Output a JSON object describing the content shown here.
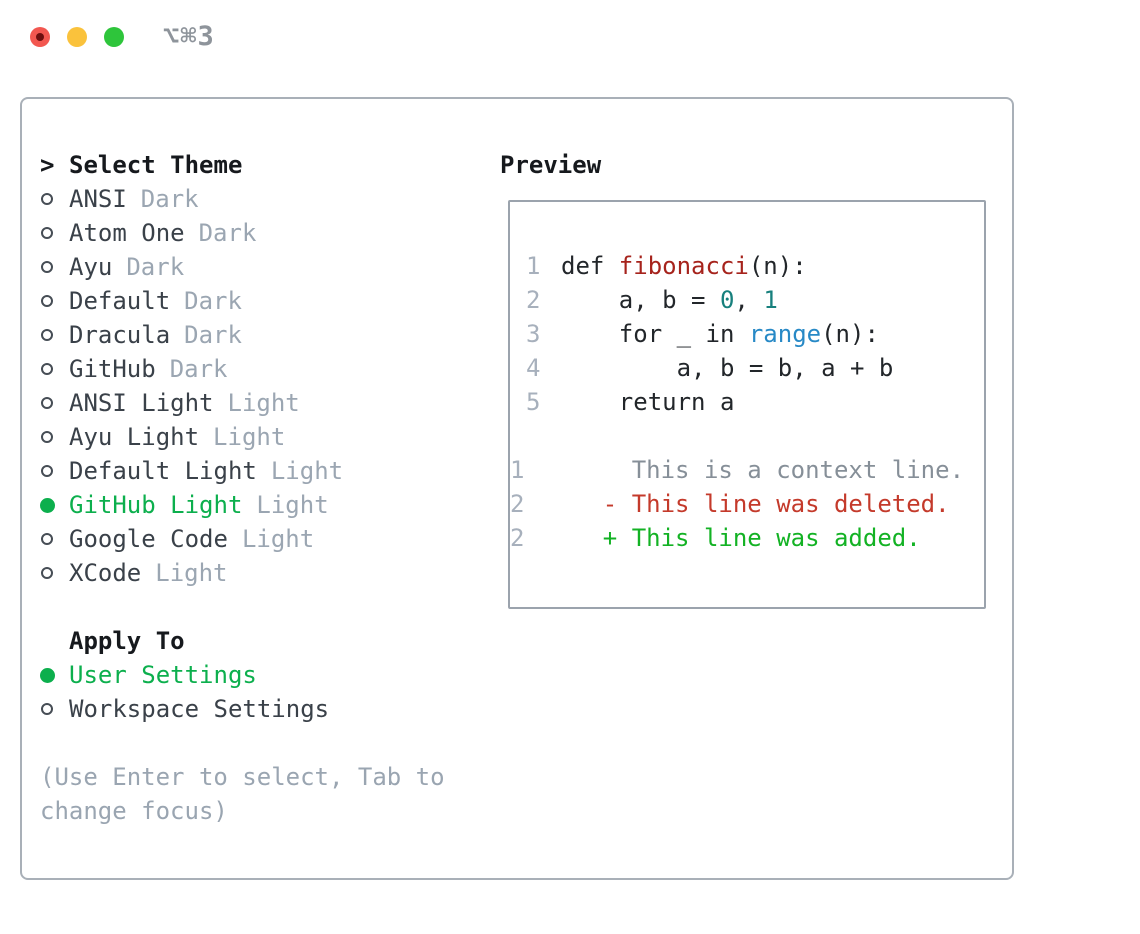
{
  "window": {
    "title": "⌥⌘3",
    "traffic_lights": [
      "close",
      "minimize",
      "zoom"
    ]
  },
  "colors": {
    "selected_green": "#0caf4d",
    "added_green": "#13b224",
    "deleted_red": "#c43a2b",
    "function_red": "#a6231c",
    "number_teal": "#17807d",
    "builtin_blue": "#2789c6",
    "muted_gray": "#9ba6b2",
    "panel_border": "#a9b0b8",
    "traffic_red": "#f25750",
    "traffic_yellow": "#fac23c",
    "traffic_green": "#2ec53b"
  },
  "theme_panel": {
    "header": {
      "marker": ">",
      "label": "Select Theme"
    },
    "items": [
      {
        "name": "ANSI",
        "variant": "Dark",
        "selected": false
      },
      {
        "name": "Atom One",
        "variant": "Dark",
        "selected": false
      },
      {
        "name": "Ayu",
        "variant": "Dark",
        "selected": false
      },
      {
        "name": "Default",
        "variant": "Dark",
        "selected": false
      },
      {
        "name": "Dracula",
        "variant": "Dark",
        "selected": false
      },
      {
        "name": "GitHub",
        "variant": "Dark",
        "selected": false
      },
      {
        "name": "ANSI Light",
        "variant": "Light",
        "selected": false
      },
      {
        "name": "Ayu Light",
        "variant": "Light",
        "selected": false
      },
      {
        "name": "Default Light",
        "variant": "Light",
        "selected": false
      },
      {
        "name": "GitHub Light",
        "variant": "Light",
        "selected": true
      },
      {
        "name": "Google Code",
        "variant": "Light",
        "selected": false
      },
      {
        "name": "XCode",
        "variant": "Light",
        "selected": false
      }
    ],
    "apply_to": {
      "label": "Apply To",
      "options": [
        {
          "name": "User Settings",
          "selected": true
        },
        {
          "name": "Workspace Settings",
          "selected": false
        }
      ]
    },
    "help_lines": [
      "(Use Enter to select, Tab to",
      "change focus)"
    ]
  },
  "preview": {
    "title": "Preview",
    "code_lines": [
      {
        "num": "1",
        "segments": [
          {
            "text": "def ",
            "color": "code"
          },
          {
            "text": "fibonacci",
            "color": "function"
          },
          {
            "text": "(n):",
            "color": "code"
          }
        ]
      },
      {
        "num": "2",
        "segments": [
          {
            "text": "    a, b = ",
            "color": "code"
          },
          {
            "text": "0",
            "color": "number"
          },
          {
            "text": ", ",
            "color": "code"
          },
          {
            "text": "1",
            "color": "number"
          }
        ]
      },
      {
        "num": "3",
        "segments": [
          {
            "text": "    for _ in ",
            "color": "code"
          },
          {
            "text": "range",
            "color": "builtin"
          },
          {
            "text": "(n):",
            "color": "code"
          }
        ]
      },
      {
        "num": "4",
        "segments": [
          {
            "text": "        a, b = b, a + b",
            "color": "code"
          }
        ]
      },
      {
        "num": "5",
        "segments": [
          {
            "text": "    return a",
            "color": "code"
          }
        ]
      }
    ],
    "diff_lines": [
      {
        "num": "1",
        "segments": [
          {
            "text": "      This is a context line.",
            "color": "context"
          }
        ]
      },
      {
        "num": "2",
        "segments": [
          {
            "text": "    - This line was deleted.",
            "color": "deleted"
          }
        ]
      },
      {
        "num": "2",
        "segments": [
          {
            "text": "    + This line was added.",
            "color": "added"
          }
        ]
      }
    ]
  }
}
